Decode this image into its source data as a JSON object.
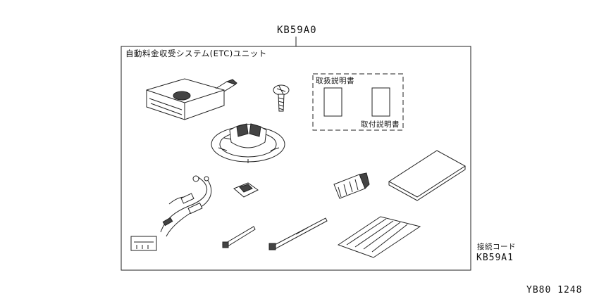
{
  "main_part_number": "KB59A0",
  "kit_title": "自動料金収受システム(ETC)ユニット",
  "manual_box": {
    "handling_manual": "取扱説明書",
    "install_manual": "取付説明書"
  },
  "cord": {
    "label": "接続コード",
    "part_number": "KB59A1"
  },
  "drawing_code": "YB80 1248"
}
